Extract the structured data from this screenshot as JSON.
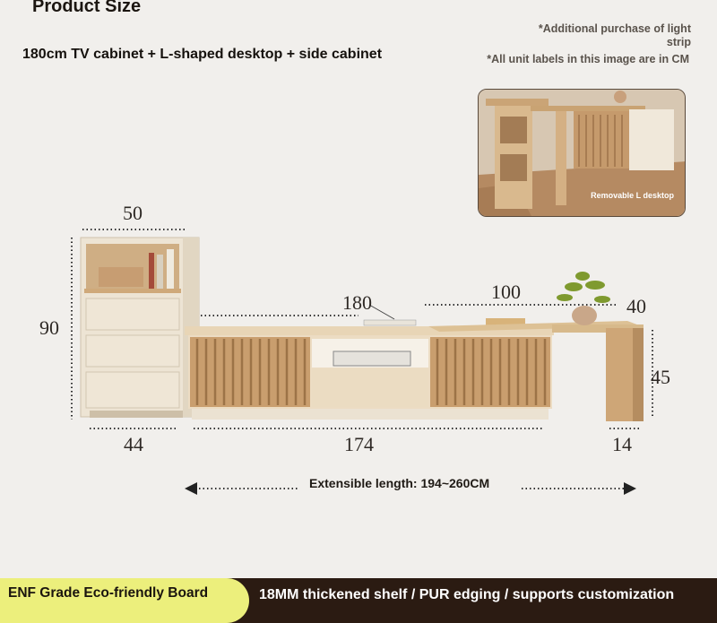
{
  "header": {
    "title": "Product Size",
    "subtitle": "180cm TV cabinet + L-shaped desktop + side cabinet",
    "note_light_strip": "*Additional purchase of light strip",
    "note_units": "*All unit labels in this image are in CM"
  },
  "photo": {
    "caption": "Removable L desktop"
  },
  "dimensions": {
    "side_width_top": "50",
    "side_height": "90",
    "tv_width_top": "180",
    "desk_length": "100",
    "desk_depth": "40",
    "desk_height": "45",
    "side_width_bottom": "44",
    "tv_width_bottom": "174",
    "desk_leg_width": "14"
  },
  "extensible": {
    "label": "Extensible length: 194~260CM"
  },
  "footer": {
    "badge": "ENF Grade Eco-friendly Board",
    "features": "18MM thickened shelf / PUR edging / supports customization"
  },
  "colors": {
    "background": "#f1efec",
    "wood": "#d3b68c",
    "cream": "#efe6d6",
    "footer_dark": "#2b1b12",
    "badge_yellow": "#ecef7c"
  }
}
